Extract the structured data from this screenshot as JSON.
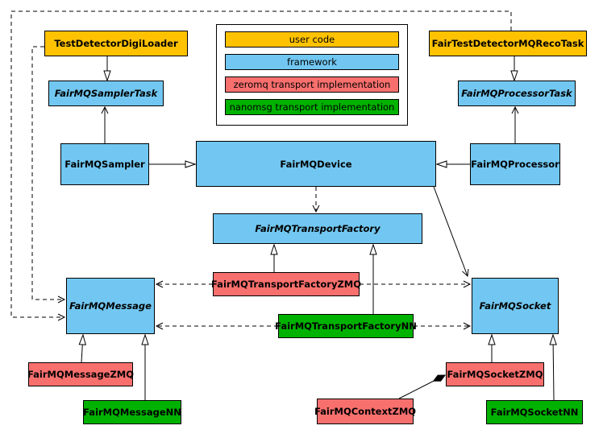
{
  "legend": {
    "items": [
      {
        "label": "user code",
        "color": "#FFC200"
      },
      {
        "label": "framework",
        "color": "#71C7F1"
      },
      {
        "label": "zeromq transport implementation",
        "color": "#F8706E"
      },
      {
        "label": "nanomsg transport implementation",
        "color": "#00B200"
      }
    ]
  },
  "colors": {
    "user_code": "#FFC200",
    "framework": "#71C7F1",
    "zeromq": "#F8706E",
    "nanomsg": "#00B200",
    "line": "#000000",
    "background": "#FFFFFF"
  },
  "nodes": {
    "testDetectorDigiLoader": {
      "label": "TestDetectorDigiLoader",
      "category": "user code",
      "abstract": false
    },
    "fairTestDetectorMQRecoTask": {
      "label": "FairTestDetectorMQRecoTask",
      "category": "user code",
      "abstract": false
    },
    "fairMQSamplerTask": {
      "label": "FairMQSamplerTask",
      "category": "framework",
      "abstract": true
    },
    "fairMQProcessorTask": {
      "label": "FairMQProcessorTask",
      "category": "framework",
      "abstract": true
    },
    "fairMQSampler": {
      "label": "FairMQSampler",
      "category": "framework",
      "abstract": false
    },
    "fairMQDevice": {
      "label": "FairMQDevice",
      "category": "framework",
      "abstract": false
    },
    "fairMQProcessor": {
      "label": "FairMQProcessor",
      "category": "framework",
      "abstract": false
    },
    "fairMQTransportFactory": {
      "label": "FairMQTransportFactory",
      "category": "framework",
      "abstract": true
    },
    "fairMQTransportFactoryZMQ": {
      "label": "FairMQTransportFactoryZMQ",
      "category": "zeromq transport implementation",
      "abstract": false
    },
    "fairMQTransportFactoryNN": {
      "label": "FairMQTransportFactoryNN",
      "category": "nanomsg transport implementation",
      "abstract": false
    },
    "fairMQMessage": {
      "label": "FairMQMessage",
      "category": "framework",
      "abstract": true
    },
    "fairMQSocket": {
      "label": "FairMQSocket",
      "category": "framework",
      "abstract": true
    },
    "fairMQMessageZMQ": {
      "label": "FairMQMessageZMQ",
      "category": "zeromq transport implementation",
      "abstract": false
    },
    "fairMQMessageNN": {
      "label": "FairMQMessageNN",
      "category": "nanomsg transport implementation",
      "abstract": false
    },
    "fairMQContextZMQ": {
      "label": "FairMQContextZMQ",
      "category": "zeromq transport implementation",
      "abstract": false
    },
    "fairMQSocketZMQ": {
      "label": "FairMQSocketZMQ",
      "category": "zeromq transport implementation",
      "abstract": false
    },
    "fairMQSocketNN": {
      "label": "FairMQSocketNN",
      "category": "nanomsg transport implementation",
      "abstract": false
    }
  },
  "edges": [
    {
      "from": "TestDetectorDigiLoader",
      "to": "FairMQSamplerTask",
      "type": "inheritance",
      "style": "solid"
    },
    {
      "from": "FairTestDetectorMQRecoTask",
      "to": "FairMQProcessorTask",
      "type": "inheritance",
      "style": "solid"
    },
    {
      "from": "FairMQSampler",
      "to": "FairMQDevice",
      "type": "inheritance",
      "style": "solid"
    },
    {
      "from": "FairMQProcessor",
      "to": "FairMQDevice",
      "type": "inheritance",
      "style": "solid"
    },
    {
      "from": "FairMQSampler",
      "to": "FairMQSamplerTask",
      "type": "association",
      "style": "solid"
    },
    {
      "from": "FairMQProcessor",
      "to": "FairMQProcessorTask",
      "type": "association",
      "style": "solid"
    },
    {
      "from": "FairMQDevice",
      "to": "FairMQTransportFactory",
      "type": "dependency",
      "style": "dashed"
    },
    {
      "from": "FairMQDevice",
      "to": "FairMQSocket",
      "type": "association",
      "style": "solid"
    },
    {
      "from": "FairMQTransportFactoryZMQ",
      "to": "FairMQTransportFactory",
      "type": "inheritance",
      "style": "solid"
    },
    {
      "from": "FairMQTransportFactoryNN",
      "to": "FairMQTransportFactory",
      "type": "inheritance",
      "style": "solid"
    },
    {
      "from": "FairMQTransportFactoryZMQ",
      "to": "FairMQMessage",
      "type": "dependency",
      "style": "dashed"
    },
    {
      "from": "FairMQTransportFactoryZMQ",
      "to": "FairMQSocket",
      "type": "dependency",
      "style": "dashed"
    },
    {
      "from": "FairMQTransportFactoryNN",
      "to": "FairMQMessage",
      "type": "dependency",
      "style": "dashed"
    },
    {
      "from": "FairMQTransportFactoryNN",
      "to": "FairMQSocket",
      "type": "dependency",
      "style": "dashed"
    },
    {
      "from": "FairMQMessageZMQ",
      "to": "FairMQMessage",
      "type": "inheritance",
      "style": "solid"
    },
    {
      "from": "FairMQMessageNN",
      "to": "FairMQMessage",
      "type": "inheritance",
      "style": "solid"
    },
    {
      "from": "FairMQSocketZMQ",
      "to": "FairMQSocket",
      "type": "inheritance",
      "style": "solid"
    },
    {
      "from": "FairMQSocketNN",
      "to": "FairMQSocket",
      "type": "inheritance",
      "style": "solid"
    },
    {
      "from": "TestDetectorDigiLoader",
      "to": "FairMQMessage",
      "type": "dependency",
      "style": "dashed"
    },
    {
      "from": "FairTestDetectorMQRecoTask",
      "to": "FairMQMessage",
      "type": "dependency",
      "style": "dashed"
    },
    {
      "from": "FairMQSocketZMQ",
      "to": "FairMQContextZMQ",
      "type": "composition",
      "style": "solid"
    }
  ]
}
